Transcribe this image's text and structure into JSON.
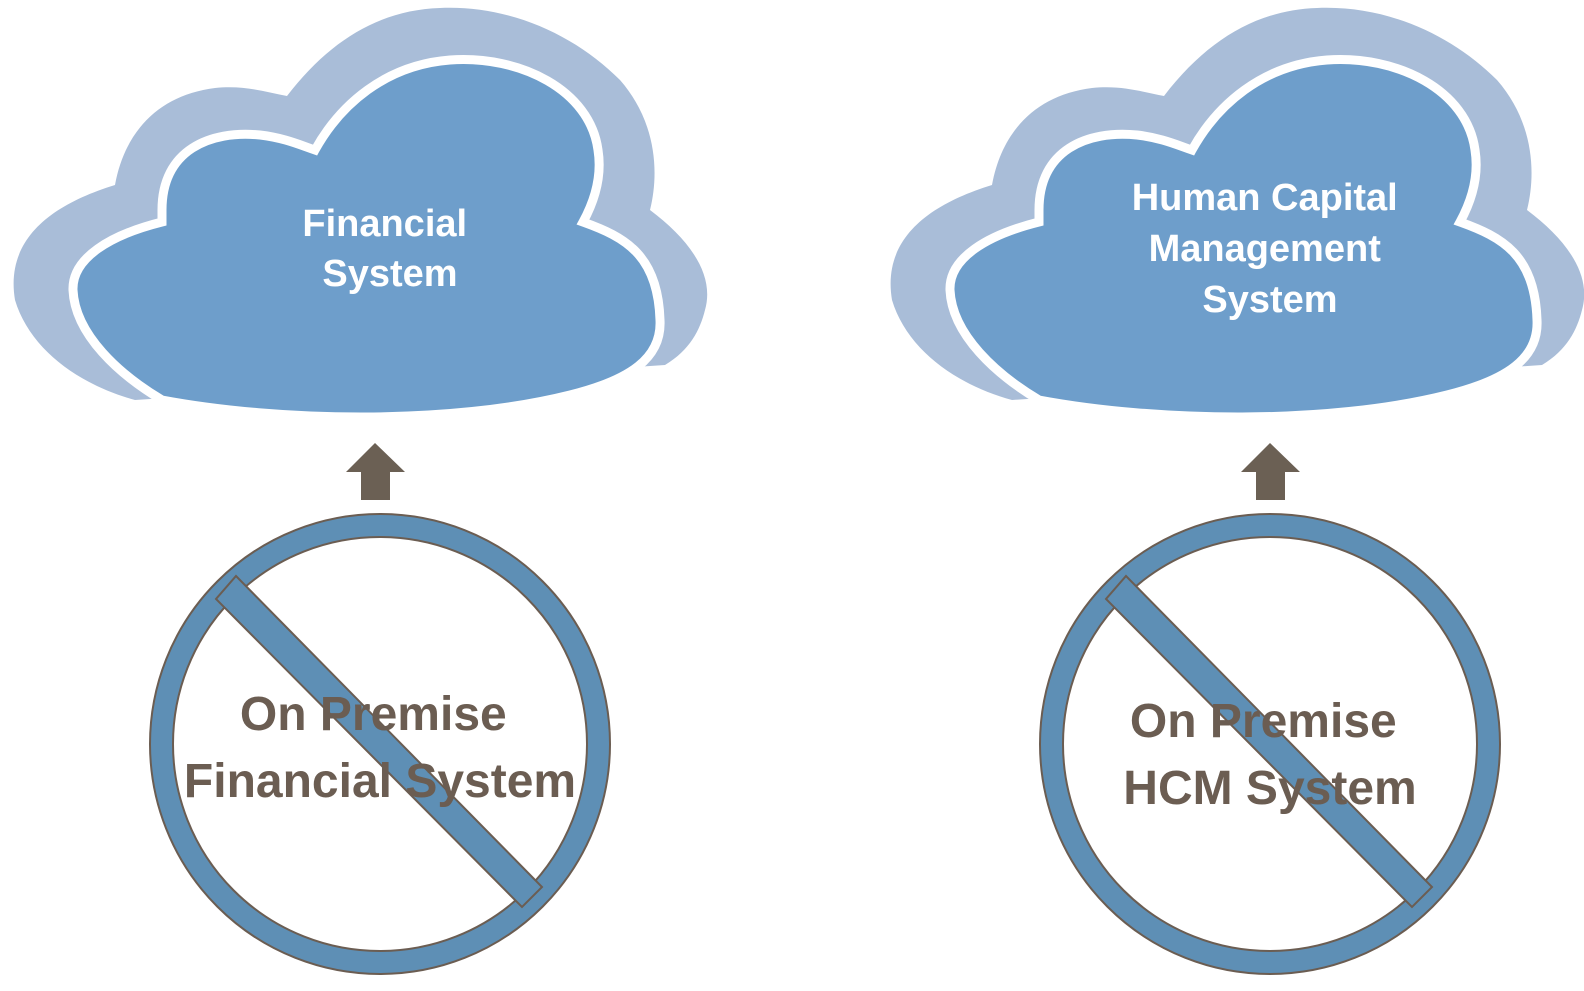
{
  "colors": {
    "cloud_shadow": "#a9bdd8",
    "cloud_fill": "#6e9ecb",
    "cloud_text": "#ffffff",
    "ring_fill": "#5e8fb5",
    "ring_stroke": "#6b5d52",
    "arrow": "#6b6054",
    "sign_text": "#6b5d52"
  },
  "icons": {
    "arrow": "up-arrow-icon",
    "prohibition": "no-entry-sign-icon"
  },
  "left": {
    "cloud_lines": [
      "Financial",
      "System"
    ],
    "sign_lines": [
      "On Premise",
      "Financial System"
    ]
  },
  "right": {
    "cloud_lines": [
      "Human Capital",
      "Management",
      "System"
    ],
    "sign_lines": [
      "On Premise",
      "HCM System"
    ]
  }
}
